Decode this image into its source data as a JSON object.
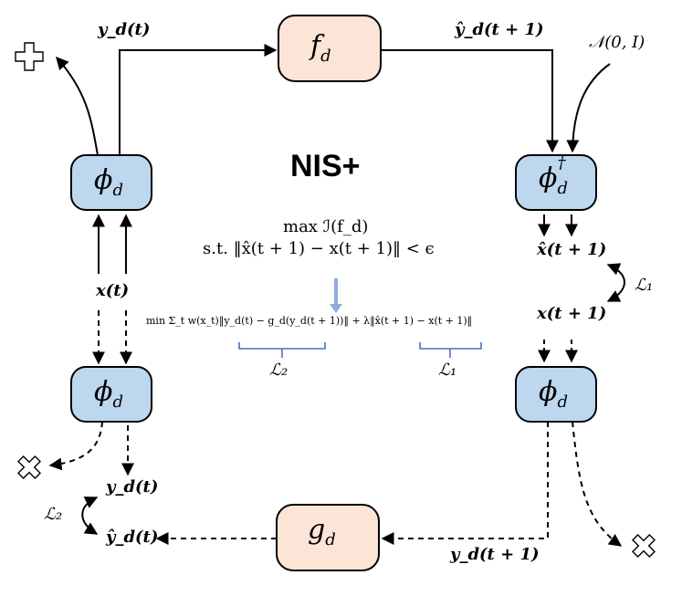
{
  "title": "NIS+",
  "nodes": {
    "f_d": {
      "symbol": "f",
      "sub": "d"
    },
    "g_d": {
      "symbol": "g",
      "sub": "d"
    },
    "phi_top_left": {
      "symbol": "ϕ",
      "sub": "d"
    },
    "phi_top_right": {
      "symbol": "ϕ",
      "sub": "d",
      "sup": "†"
    },
    "phi_bottom_left": {
      "symbol": "ϕ",
      "sub": "d"
    },
    "phi_bottom_right": {
      "symbol": "ϕ",
      "sub": "d"
    }
  },
  "labels": {
    "y_d_t_top": "y_d(t)",
    "yhat_d_t1_top": "ŷ_d(t + 1)",
    "noise": "𝒩(0, I)",
    "x_t": "x(t)",
    "xhat_t1": "x̂(t + 1)",
    "x_t1": "x(t + 1)",
    "L1_right": "ℒ₁",
    "y_d_t_bottom": "y_d(t)",
    "yhat_d_t_bottom": "ŷ_d(t)",
    "L2_left": "ℒ₂",
    "y_d_t1_bottom": "y_d(t + 1)"
  },
  "objective": {
    "line1": "max ℐ(f_d)",
    "line2": "s.t.  ‖x̂(t + 1) − x(t + 1)‖ < ϵ",
    "line3": "min Σ_t w(x_t)‖y_d(t) − g_d(y_d(t + 1))‖ + λ‖x̂(t + 1) − x(t + 1)‖",
    "brace_left_label": "ℒ₂",
    "brace_right_label": "ℒ₁"
  },
  "colors": {
    "blue_node_fill": "#bdd7ee",
    "orange_node_fill": "#fbe5d6",
    "stroke": "#000000",
    "brace": "#4472c4",
    "down_arrow": "#8faadc"
  },
  "icons": [
    "discard-icon",
    "discard-icon",
    "discard-icon",
    "discard-icon"
  ]
}
